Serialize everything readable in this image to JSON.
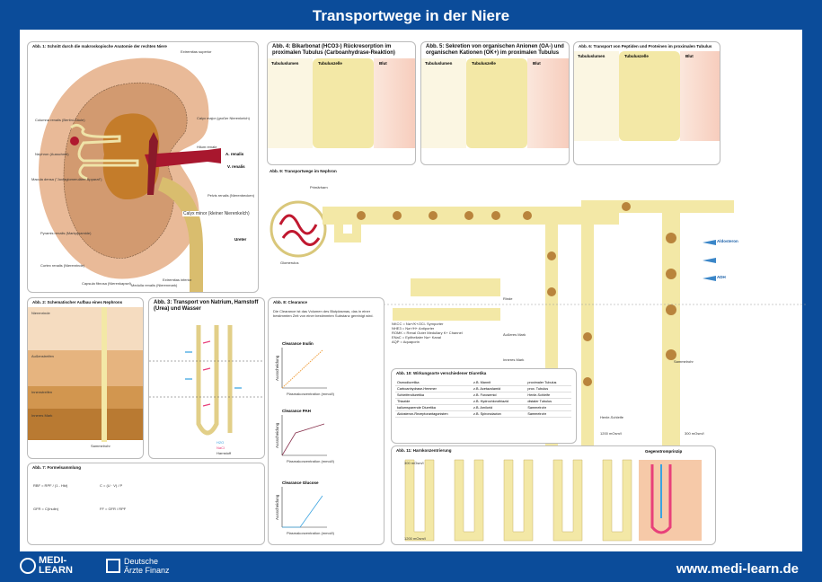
{
  "header": {
    "title": "Transportwege in der Niere"
  },
  "panels": {
    "abb1": {
      "title": "Abb. 1: Schnitt durch die makroskopische Anatomie der rechten Niere",
      "labels": [
        "Columna renalis (Bertini-Säule)",
        "Nephron (Ausschnitt)",
        "Macula densa (\"Juxtaglomerulärer Apparat\")",
        "Pyramis renalis (Markpyramide)",
        "Cortex renalis (Nierenrinde)",
        "Capsula fibrosa (Nierenkapsel)",
        "Medulla renalis (Nierenmark)",
        "Calyx major (großer Nierenkelch)",
        "Hilum renale",
        "A. renalis",
        "V. renalis",
        "Pelvis renalis (Nierenbecken)",
        "Calyx minor (kleiner Nierenkelch)",
        "Ureter",
        "Extremitas superior",
        "Extremitas inferior"
      ]
    },
    "abb4": {
      "title": "Abb. 4: Bikarbonat (HCO3-) Rückresorption im proximalen Tubulus (Carboanhydrase-Reaktion)",
      "cols": [
        "Tubuluslumen",
        "Tubuluszelle",
        "Blut"
      ]
    },
    "abb5": {
      "title": "Abb. 5: Sekretion von organischen Anionen (OA-) und organischen Kationen (OK+) im proximalen Tubulus",
      "cols": [
        "Tubuluslumen",
        "Tubuluszelle",
        "Blut"
      ]
    },
    "abb6": {
      "title": "Abb. 6: Transport von Peptiden und Proteinen im proximalen Tubulus",
      "cols": [
        "Tubuluslumen",
        "Tubuluszelle",
        "Blut"
      ]
    },
    "abb9": {
      "title": "Abb. 9: Transportwege im Nephron",
      "labels": [
        "Primärharn",
        "Glomerulus",
        "Henle-Schleife",
        "Sammelrohr",
        "Aldosteron",
        "ADH",
        "Rinde",
        "Äußeres Mark",
        "Inneres Mark",
        "1200 mOsm/l",
        "300 mOsm/l"
      ]
    },
    "abb2": {
      "title": "Abb. 2: Schematischer Aufbau eines Nephrons",
      "labels": [
        "Nierenrinde",
        "Außenstreifen",
        "Innenstreifen",
        "Inneres Mark",
        "Sammelrohr"
      ]
    },
    "abb3": {
      "title": "Abb. 3: Transport von Natrium, Harnstoff (Urea) und Wasser",
      "legend": [
        "H2O",
        "NaCl",
        "Harnstoff"
      ]
    },
    "abb7": {
      "title": "Abb. 7: Formelsammlung",
      "formulas": [
        "RBF = RPF / (1 - Hkt)",
        "C = (U · V) / P",
        "GFR = C(Inulin)",
        "FF = GFR / RPF"
      ]
    },
    "abb8": {
      "title": "Abb. 8: Clearance",
      "intro": "Die Clearance ist das Volumen des Blutplasmas, das in einer bestimmten Zeit von einer bestimmten Substanz gereinigt wird.",
      "graphs": [
        {
          "title": "Clearance Inulin",
          "xlabel": "Plasmakonzentration (mmol/l)",
          "ylabel": "Ausscheidung"
        },
        {
          "title": "Clearance PAH",
          "xlabel": "Plasmakonzentration (mmol/l)",
          "ylabel": "Ausscheidung"
        },
        {
          "title": "Clearance Glucose",
          "xlabel": "Plasmakonzentration (mmol/l)",
          "ylabel": "Ausscheidung"
        }
      ]
    },
    "abb10": {
      "title": "Abb. 10: Wirkungsorte verschiedener Diuretika",
      "rows": [
        [
          "Osmodiuretika",
          "z.B. Mannit",
          "proximaler Tubulus"
        ],
        [
          "Carboanhydrase-Hemmer",
          "z.B. Acetazolamid",
          "prox. Tubulus"
        ],
        [
          "Schleifendiuretika",
          "z.B. Furosemid",
          "Henle-Schleife"
        ],
        [
          "Thiazide",
          "z.B. Hydrochlorothiazid",
          "distaler Tubulus"
        ],
        [
          "kaliumsparende Diuretika",
          "z.B. Amilorid",
          "Sammelrohr"
        ],
        [
          "Aldosteron-Rezeptorantagonisten",
          "z.B. Spironolacton",
          "Sammelrohr"
        ]
      ]
    },
    "abb11": {
      "title": "Abb. 11: Harnkonzentrierung",
      "labels": [
        "300 mOsm/l",
        "1200 mOsm/l",
        "Gegenstromprinzip"
      ]
    },
    "legend": {
      "rows": [
        "NKCC = Na+/K+/2Cl- Symporter",
        "NHE3 = Na+/H+ Antiporter",
        "ROMK = Renal Outer Medullary K+ Channel",
        "ENaC = Epithelialer Na+ Kanal",
        "AQP = Aquaporin"
      ]
    }
  },
  "footer": {
    "logo1_line1": "MEDI-",
    "logo1_line2": "LEARN",
    "logo2_line1": "Deutsche",
    "logo2_line2": "Ärzte Finanz",
    "url": "www.medi-learn.de"
  },
  "colors": {
    "brand": "#0b4c9a",
    "cortex": "#e9ba98",
    "medulla": "#c98a5c",
    "artery": "#a8172e",
    "tubule": "#f1e6a8",
    "cell": "#b9843c"
  }
}
